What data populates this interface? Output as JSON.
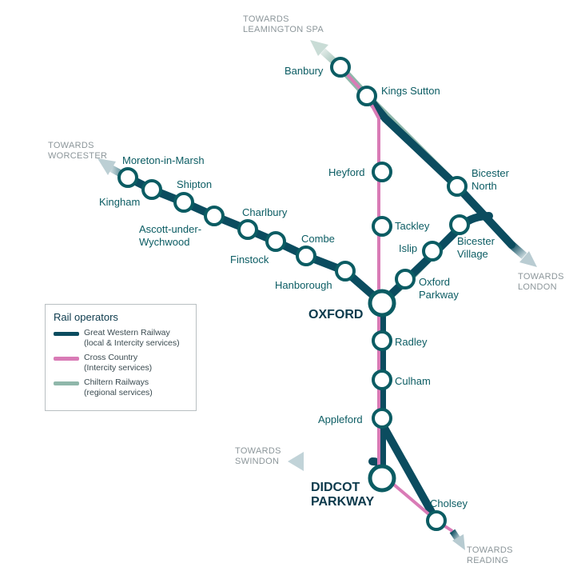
{
  "colors": {
    "great_western": "#0b4c5f",
    "cross_country": "#d97bb6",
    "chiltern": "#8fb7aa",
    "station_ring": "#0b5c63",
    "direction_text": "#8c969a"
  },
  "directions": {
    "leamington": [
      "TOWARDS",
      "LEAMINGTON SPA"
    ],
    "worcester": [
      "TOWARDS",
      "WORCESTER"
    ],
    "london": [
      "TOWARDS",
      "LONDON"
    ],
    "swindon": [
      "TOWARDS",
      "SWINDON"
    ],
    "reading": [
      "TOWARDS",
      "READING"
    ]
  },
  "stations": {
    "banbury": "Banbury",
    "kings_sutton": "Kings Sutton",
    "heyford": "Heyford",
    "bicester_north": [
      "Bicester",
      "North"
    ],
    "tackley": "Tackley",
    "bicester_village": [
      "Bicester",
      "Village"
    ],
    "islip": "Islip",
    "oxford_parkway": [
      "Oxford",
      "Parkway"
    ],
    "moreton": "Moreton-in-Marsh",
    "kingham": "Kingham",
    "shipton": "Shipton",
    "ascott": [
      "Ascott-under-",
      "Wychwood"
    ],
    "charlbury": "Charlbury",
    "finstock": "Finstock",
    "combe": "Combe",
    "hanborough": "Hanborough",
    "oxford": "OXFORD",
    "radley": "Radley",
    "culham": "Culham",
    "appleford": "Appleford",
    "didcot": [
      "DIDCOT",
      "PARKWAY"
    ],
    "cholsey": "Cholsey"
  },
  "legend": {
    "title": "Rail operators",
    "items": [
      {
        "name": "Great Western Railway",
        "sub": "(local & Intercity services)",
        "color": "#0b4c5f"
      },
      {
        "name": "Cross Country",
        "sub": "(Intercity services)",
        "color": "#d97bb6"
      },
      {
        "name": "Chiltern Railways",
        "sub": "(regional services)",
        "color": "#8fb7aa"
      }
    ]
  }
}
